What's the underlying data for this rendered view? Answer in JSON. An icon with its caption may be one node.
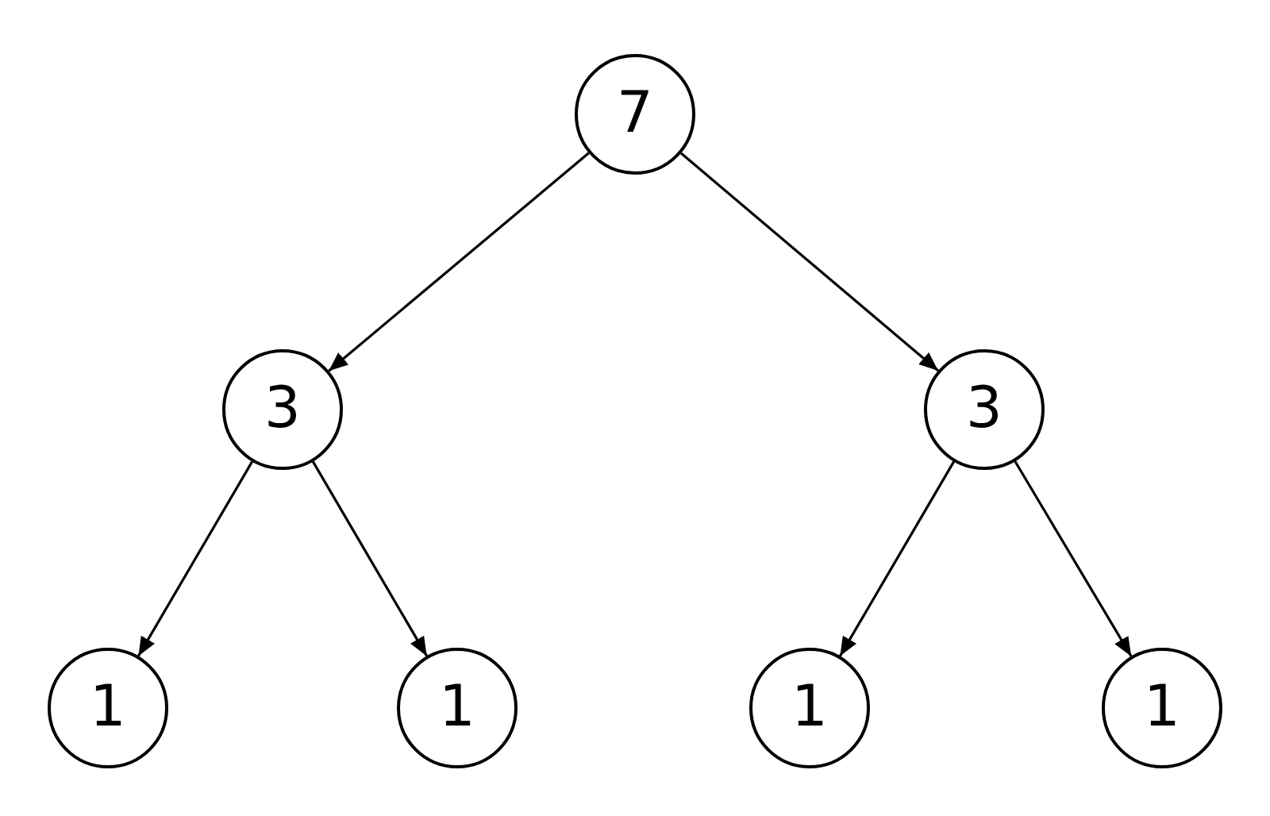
{
  "diagram": {
    "nodes": [
      {
        "text": [
          "7"
        ]
      },
      {
        "text": [
          "3"
        ]
      },
      {
        "text": [
          "3"
        ]
      },
      {
        "text": [
          "1"
        ]
      },
      {
        "text": [
          "1"
        ]
      },
      {
        "text": [
          "1"
        ]
      },
      {
        "text": [
          "1"
        ]
      }
    ],
    "edges": [
      {
        "from": 0,
        "to": 1,
        "arrow": "to"
      },
      {
        "from": 0,
        "to": 2,
        "arrow": "to"
      },
      {
        "from": 1,
        "to": 3,
        "arrow": "to"
      },
      {
        "from": 1,
        "to": 4,
        "arrow": "to"
      },
      {
        "from": 2,
        "to": 5,
        "arrow": "to"
      },
      {
        "from": 2,
        "to": 6,
        "arrow": "to"
      }
    ]
  }
}
